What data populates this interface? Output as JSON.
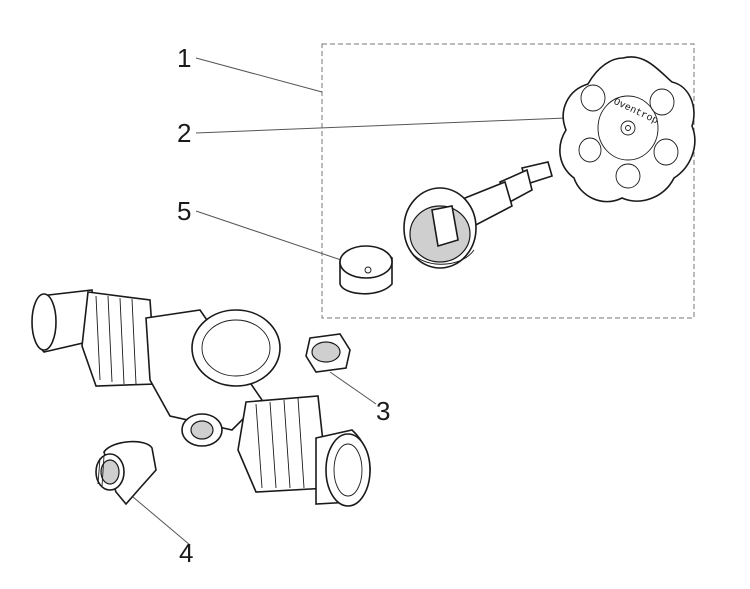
{
  "callouts": {
    "c1": "1",
    "c2": "2",
    "c3": "3",
    "c4": "4",
    "c5": "5"
  },
  "handwheel_text": "Oventrop"
}
